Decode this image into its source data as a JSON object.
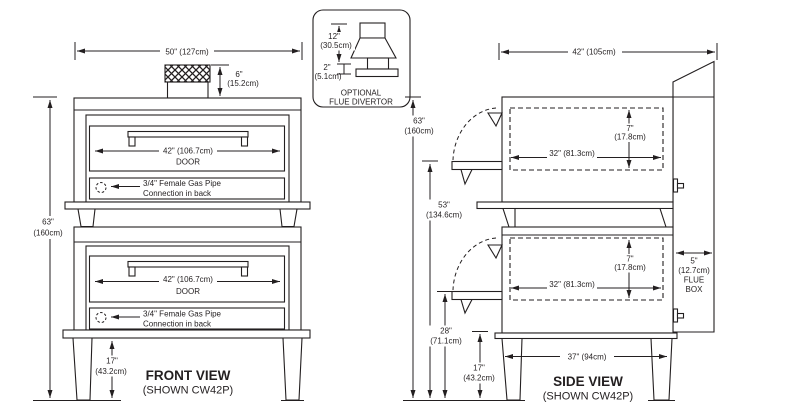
{
  "front_view": {
    "title": "FRONT VIEW",
    "subtitle": "(SHOWN CW42P)",
    "overall_width": "50\" (127cm)",
    "flue_height": {
      "in": "6\"",
      "cm": "(15.2cm)"
    },
    "overall_height": {
      "in": "63\"",
      "cm": "(160cm)"
    },
    "leg_height": {
      "in": "17\"",
      "cm": "(43.2cm)"
    },
    "door_width": "42\" (106.7cm)",
    "door_label": "DOOR",
    "gas_note": {
      "line1": "3/4\" Female Gas Pipe",
      "line2": "Connection in back"
    }
  },
  "flue_divertor": {
    "height": {
      "in": "12\"",
      "cm": "(30.5cm)"
    },
    "clearance": {
      "in": "2\"",
      "cm": "(5.1cm)"
    },
    "caption": {
      "line1": "OPTIONAL",
      "line2": "FLUE DIVERTOR"
    }
  },
  "side_view": {
    "title": "SIDE VIEW",
    "subtitle": "(SHOWN CW42P)",
    "overall_depth": "42\" (105cm)",
    "overall_height": {
      "in": "63\"",
      "cm": "(160cm)"
    },
    "upper_deck_height": {
      "in": "53\"",
      "cm": "(134.6cm)"
    },
    "lower_deck_height": {
      "in": "28\"",
      "cm": "(71.1cm)"
    },
    "leg_height": {
      "in": "17\"",
      "cm": "(43.2cm)"
    },
    "base_depth": "37\" (94cm)",
    "opening_height": {
      "in": "7\"",
      "cm": "(17.8cm)"
    },
    "opening_depth": "32\" (81.3cm)",
    "flue_box": {
      "in": "5\"",
      "cm": "(12.7cm)",
      "line3": "FLUE",
      "line4": "BOX"
    }
  },
  "colors": {
    "line": "#231f20",
    "background": "#ffffff"
  }
}
